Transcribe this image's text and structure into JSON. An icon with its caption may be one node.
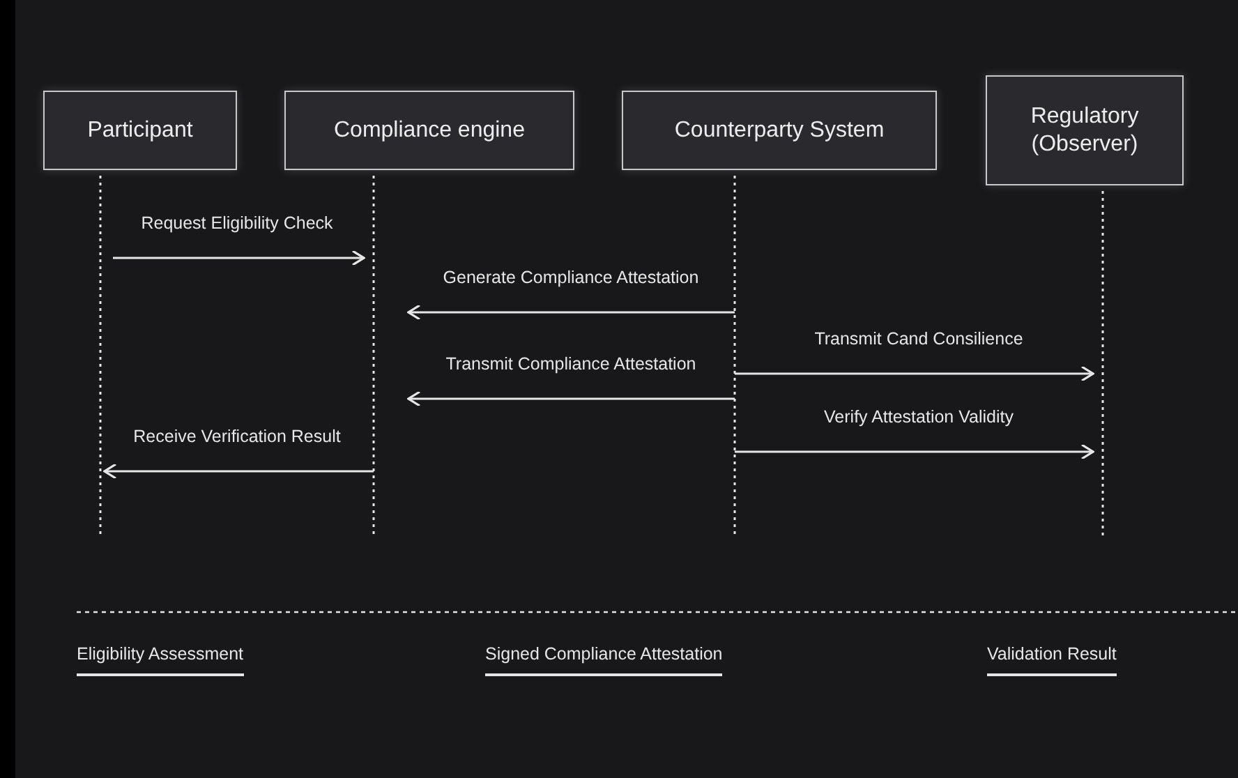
{
  "diagram": {
    "nodes": [
      {
        "text": [
          "Participant"
        ]
      },
      {
        "text": [
          "Compliance engine"
        ]
      },
      {
        "text": [
          "Counterparty System"
        ]
      },
      {
        "text": [
          "Regulatory (Observer)"
        ]
      }
    ],
    "edges": [
      {
        "from": 0,
        "to": 1,
        "arrow": "to",
        "label": "Request Eligibility Check"
      },
      {
        "from": 2,
        "to": 1,
        "arrow": "to",
        "label": "Generate Compliance Attestation"
      },
      {
        "from": 2,
        "to": 3,
        "arrow": "to",
        "label": "Transmit Cand Consilience"
      },
      {
        "from": 2,
        "to": 1,
        "arrow": "to",
        "label": "Transmit Compliance Attestation"
      },
      {
        "from": 2,
        "to": 3,
        "arrow": "to",
        "label": "Verify Attestation Validity"
      },
      {
        "from": 1,
        "to": 0,
        "arrow": "to",
        "label": "Receive Verification Result"
      }
    ],
    "labels": [
      "Eligibility Assessment",
      "Signed Compliance Attestation",
      "Validation Result"
    ]
  }
}
